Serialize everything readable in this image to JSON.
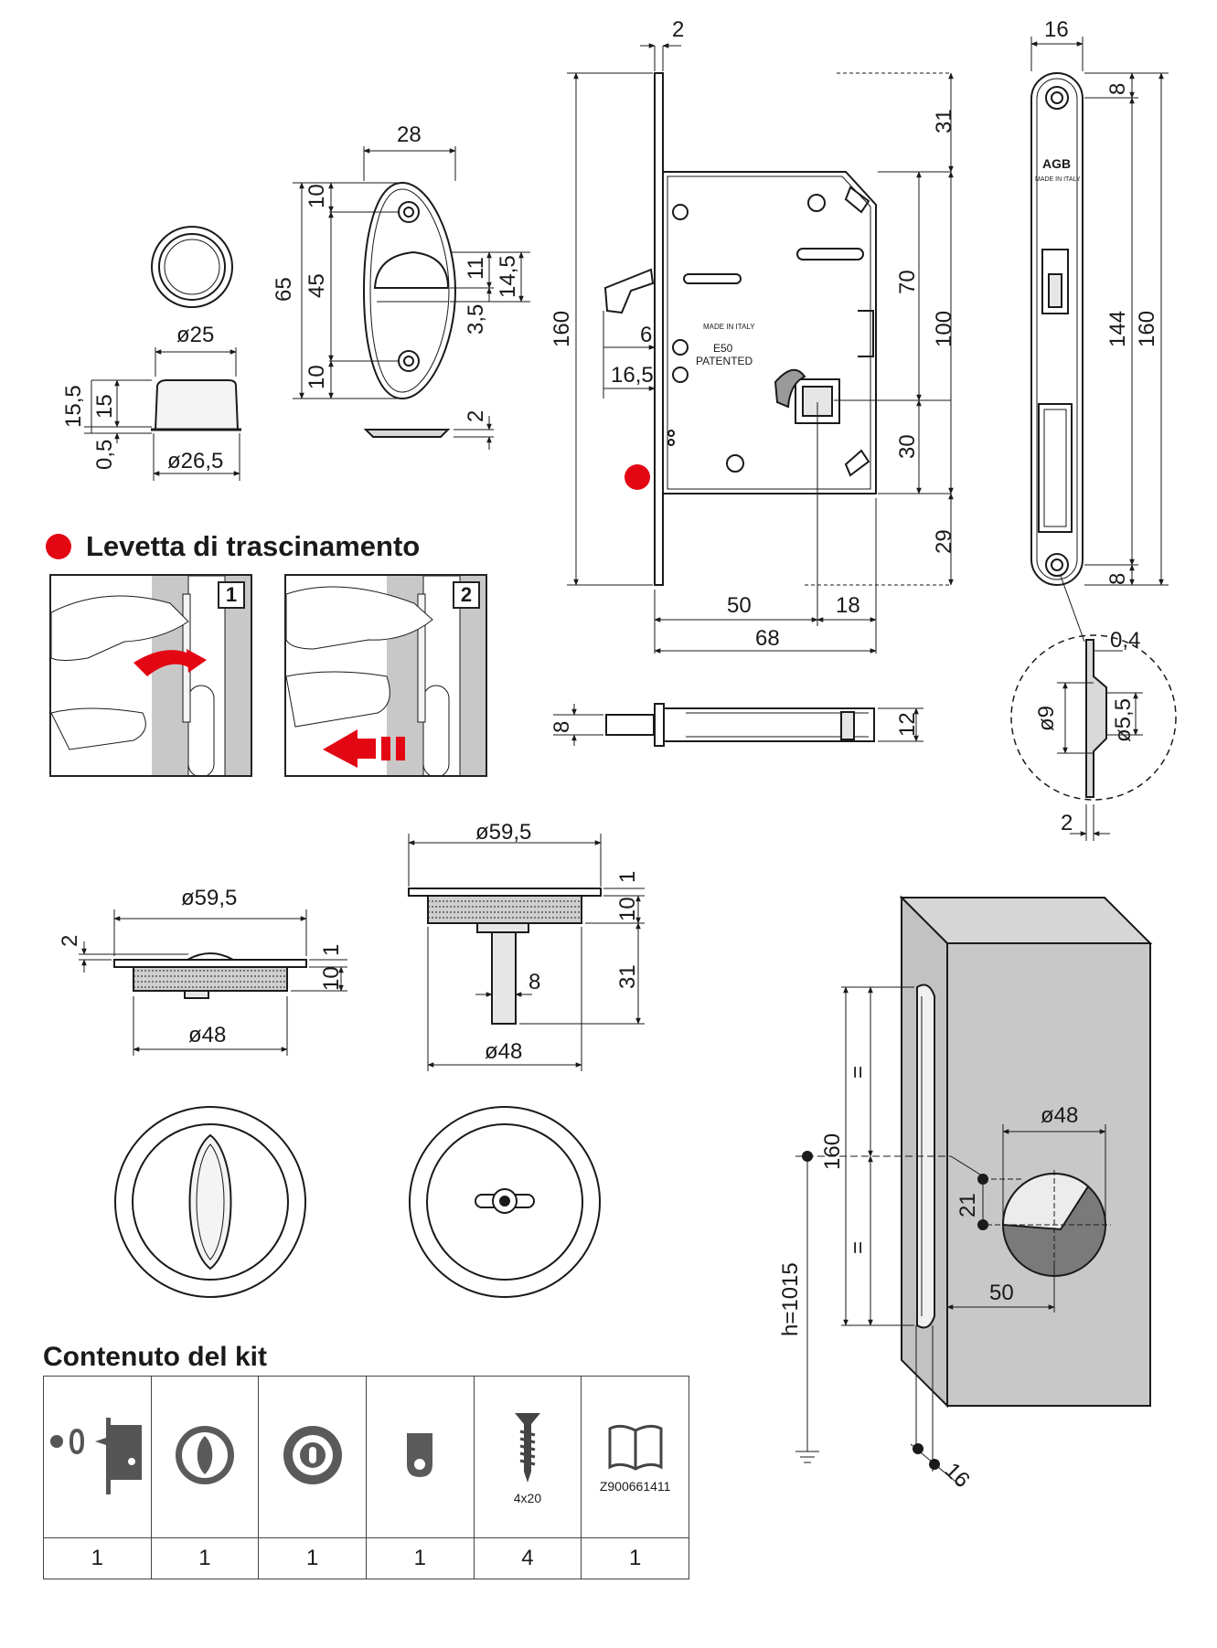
{
  "levetta": {
    "title": "Levetta di trascinamento",
    "step1": "1",
    "step2": "2",
    "accent_color": "#e30613"
  },
  "knob_dims": {
    "d25": "ø25",
    "d26_5": "ø26,5",
    "h15_5": "15,5",
    "h15": "15",
    "h0_5": "0,5"
  },
  "strike_dims": {
    "w28": "28",
    "h65": "65",
    "h45": "45",
    "h10a": "10",
    "h10b": "10",
    "h11": "11",
    "h14_5": "14,5",
    "h3_5": "3,5",
    "t2": "2"
  },
  "lock_dims": {
    "t2": "2",
    "h160": "160",
    "d6": "6",
    "d16_5": "16,5",
    "h31": "31",
    "h70": "70",
    "h100": "100",
    "h30": "30",
    "h29": "29",
    "w50": "50",
    "w18": "18",
    "w68": "68",
    "h8": "8",
    "h12": "12"
  },
  "lock_marks": {
    "made_in_italy": "MADE IN ITALY",
    "e50": "E50",
    "patented": "PATENTED"
  },
  "faceplate_dims": {
    "w16": "16",
    "h8a": "8",
    "h8b": "8",
    "h144": "144",
    "h160": "160",
    "t0_4": "0,4",
    "d9": "ø9",
    "d5_5": "ø5,5",
    "t2": "2"
  },
  "faceplate_marks": {
    "brand": "AGB",
    "made_in_italy": "MADE IN ITALY"
  },
  "rosette_left_dims": {
    "d59_5": "ø59,5",
    "d48": "ø48",
    "h2": "2",
    "h1": "1",
    "h10": "10"
  },
  "rosette_right_dims": {
    "d59_5": "ø59,5",
    "d48": "ø48",
    "h1": "1",
    "h10": "10",
    "h31": "31",
    "w8": "8"
  },
  "door_dims": {
    "h1015": "h=1015",
    "h160": "160",
    "eq1": "=",
    "eq2": "=",
    "d48": "ø48",
    "h21": "21",
    "w50": "50",
    "t16": "16"
  },
  "kit": {
    "title": "Contenuto del kit",
    "items": [
      {
        "icon": "lock-body-icon",
        "caption": "",
        "qty": "1"
      },
      {
        "icon": "turn-knob-icon",
        "caption": "",
        "qty": "1"
      },
      {
        "icon": "release-rosette-icon",
        "caption": "",
        "qty": "1"
      },
      {
        "icon": "strike-plate-icon",
        "caption": "",
        "qty": "1"
      },
      {
        "icon": "screw-icon",
        "caption": "4x20",
        "qty": "4"
      },
      {
        "icon": "manual-icon",
        "caption": "Z900661411",
        "qty": "1"
      }
    ]
  }
}
